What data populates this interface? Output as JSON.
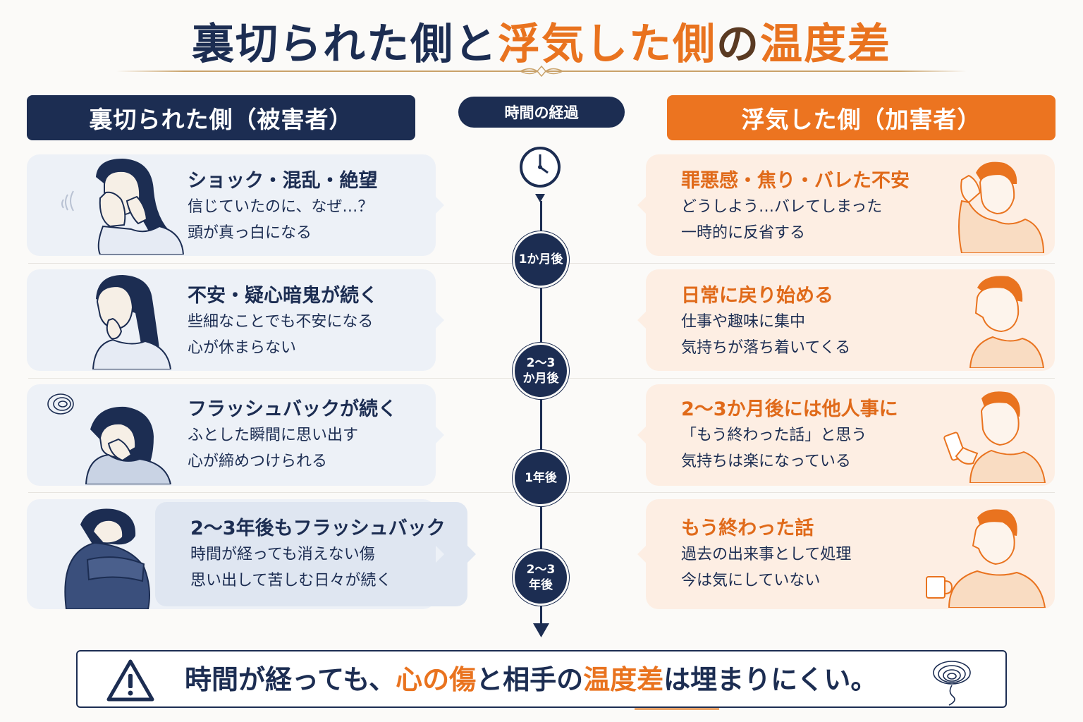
{
  "title": {
    "part1": "裏切られた側",
    "part2": "と",
    "part3": "浮気した側",
    "part4": "の",
    "part5": "温度差"
  },
  "headers": {
    "left": "裏切られた側（被害者）",
    "middle": "時間の経過",
    "right": "浮気した側（加害者）"
  },
  "timeline": {
    "nodes": [
      "1か月後",
      "2〜3\nか月後",
      "1年後",
      "2〜3\n年後"
    ]
  },
  "victim": [
    {
      "heading": "ショック・混乱・絶望",
      "line1": "信じていたのに、なぜ…？",
      "line2": "頭が真っ白になる"
    },
    {
      "heading": "不安・疑心暗鬼が続く",
      "line1": "些細なことでも不安になる",
      "line2": "心が休まらない"
    },
    {
      "heading": "フラッシュバックが続く",
      "line1": "ふとした瞬間に思い出す",
      "line2": "心が締めつけられる"
    },
    {
      "heading": "2〜3年後もフラッシュバック",
      "line1": "時間が経っても消えない傷",
      "line2": "思い出して苦しむ日々が続く"
    }
  ],
  "cheater": [
    {
      "heading": "罪悪感・焦り・バレた不安",
      "line1": "どうしよう…バレてしまった",
      "line2": "一時的に反省する"
    },
    {
      "heading": "日常に戻り始める",
      "line1": "仕事や趣味に集中",
      "line2": "気持ちが落ち着いてくる"
    },
    {
      "heading": "2〜3か月後には他人事に",
      "line1": "「もう終わった話」と思う",
      "line2": "気持ちは楽になっている"
    },
    {
      "heading": "もう終わった話",
      "line1": "過去の出来事として処理",
      "line2": "今は気にしていない"
    }
  ],
  "banner": {
    "part1": "時間が経っても、",
    "part2": "心の傷",
    "part3": "と相手の",
    "part4": "温度差",
    "part5": "は埋まりにくい。"
  },
  "icons": {
    "timeline_start": "clock-icon",
    "warning": "warning-triangle-icon",
    "swirl": "swirl-icon"
  },
  "colors": {
    "navy": "#1c2d52",
    "orange": "#ec7420",
    "victim_card": "#edf1f7",
    "cheater_card": "#fdeee3"
  }
}
